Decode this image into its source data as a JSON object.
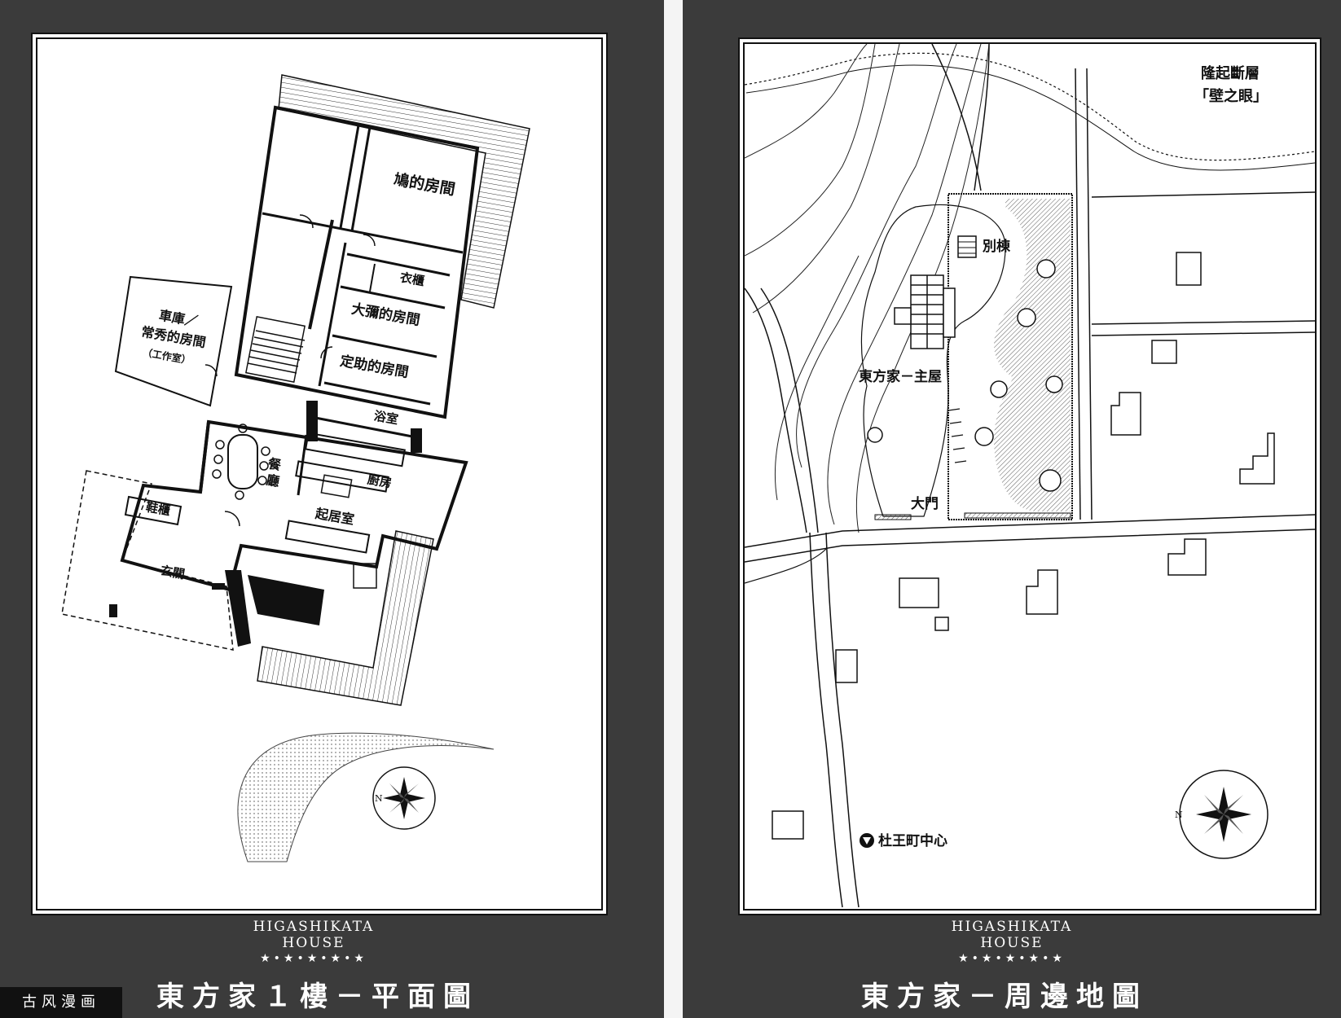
{
  "left_page": {
    "rooms": {
      "hato_room": "鳩的房間",
      "closet": "衣櫃",
      "daiya_room": "大彌的房間",
      "josuke_room": "定助的房間",
      "bath": "浴室",
      "garage_line1": "車庫／",
      "garage_line2": "常秀的房間",
      "garage_line3": "（工作室）",
      "dining": "餐廳",
      "kitchen": "廚房",
      "living": "起居室",
      "shoe_cabinet": "鞋櫃",
      "entrance": "玄關"
    },
    "compass_n": "N",
    "house_en_line1": "HIGASHIKATA",
    "house_en_line2": "HOUSE",
    "stars": "★•★•★•★•★",
    "title": "東方家１樓－平面圖"
  },
  "right_page": {
    "labels": {
      "fault_line1": "隆起斷層",
      "fault_line2": "「壁之眼」",
      "annex": "別棟",
      "main_house": "東方家－主屋",
      "gate": "大門",
      "town_center": "杜王町中心"
    },
    "compass_n": "N",
    "house_en_line1": "HIGASHIKATA",
    "house_en_line2": "HOUSE",
    "stars": "★•★•★•★•★",
    "title": "東方家－周邊地圖"
  },
  "watermark": "古风漫画"
}
